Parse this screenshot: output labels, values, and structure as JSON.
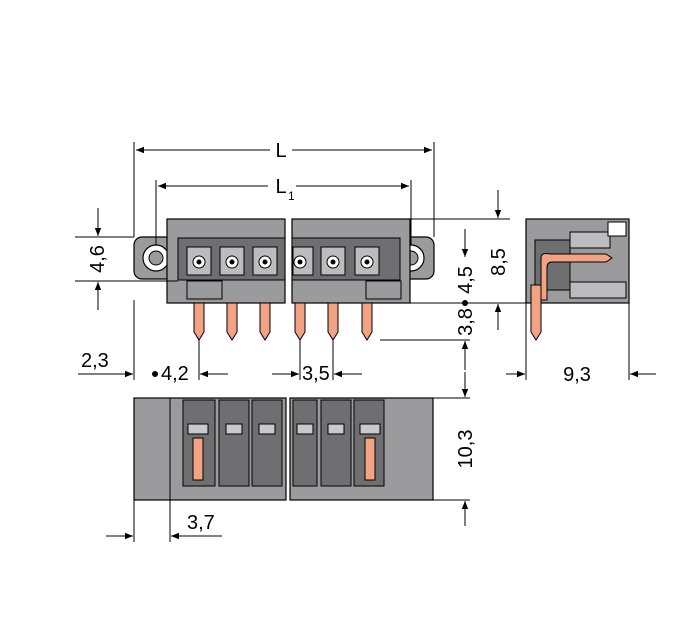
{
  "labels": {
    "L": "L",
    "L1_main": "L",
    "L1_sub": "1",
    "d_4_6": "4,6",
    "d_2_3": "2,3",
    "d_4_2": "4,2",
    "d_3_5": "3,5",
    "d_4_5": "4,5",
    "d_8_5": "8,5",
    "d_3_8": "3,8",
    "d_9_3": "9,3",
    "d_10_3": "10,3",
    "d_3_7": "3,7"
  },
  "colors": {
    "housing": "#9b9b9d",
    "pin": "#f1a383",
    "outline": "#000000"
  }
}
